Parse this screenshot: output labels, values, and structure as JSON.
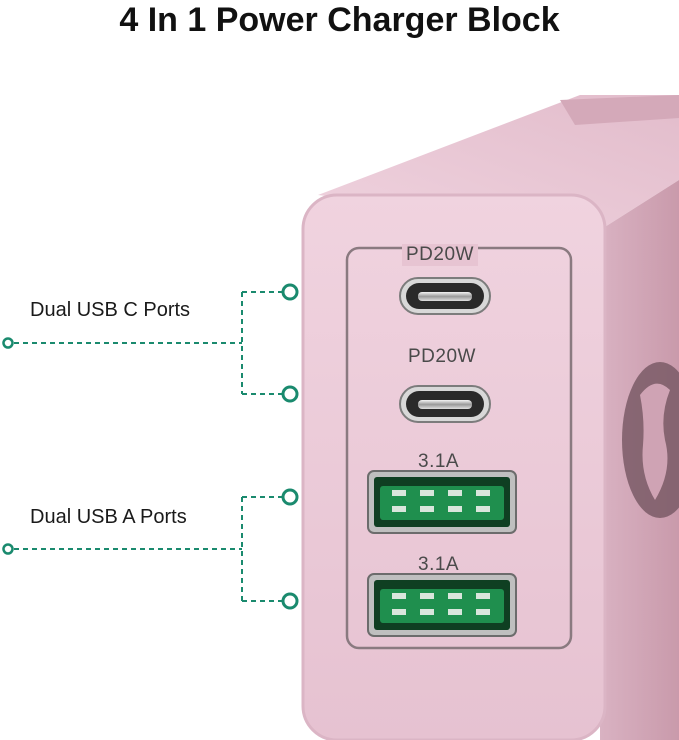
{
  "title": "4 In 1 Power Charger Block",
  "callouts": {
    "usb_c": "Dual USB C Ports",
    "usb_a": "Dual USB A Ports"
  },
  "ports": [
    {
      "type": "usb-c",
      "label": "PD20W"
    },
    {
      "type": "usb-c",
      "label": "PD20W"
    },
    {
      "type": "usb-a",
      "label": "3.1A"
    },
    {
      "type": "usb-a",
      "label": "3.1A"
    }
  ],
  "colors": {
    "body_pink": "#e9c7d5",
    "callout_teal": "#1a8a6e",
    "usb_a_insert": "#1f8f4e"
  }
}
